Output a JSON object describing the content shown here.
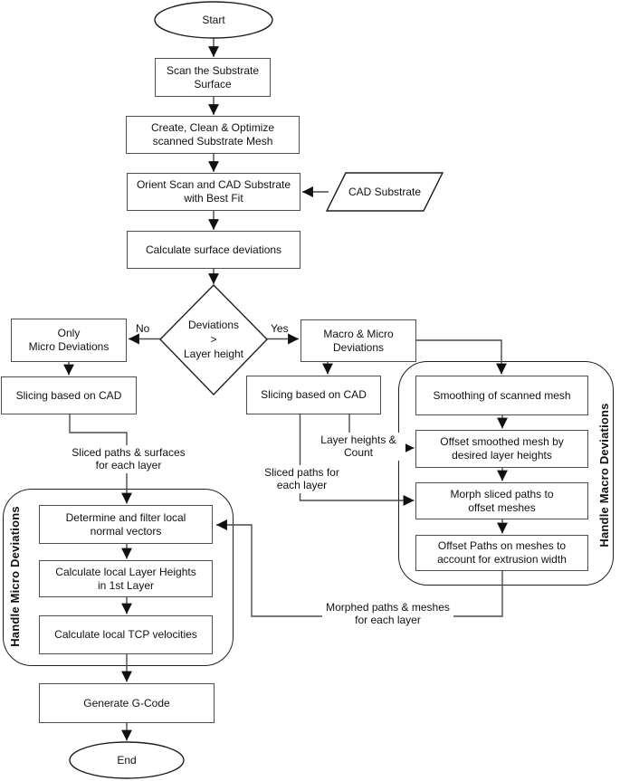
{
  "figure": {
    "type": "flowchart",
    "background": "#ffffff",
    "box_border_color": "#4d4d4d",
    "shape_border_color": "#1f1f1f",
    "connector_color": "#4a4a4a",
    "arrowhead_color": "#111111",
    "text_color": "#111111"
  },
  "nodes": {
    "start": {
      "type": "terminator",
      "lines": [
        "Start"
      ]
    },
    "scan_surface": {
      "type": "process",
      "lines": [
        "Scan the Substrate",
        "Surface"
      ]
    },
    "create_mesh": {
      "type": "process",
      "lines": [
        "Create, Clean & Optimize",
        "scanned Substrate Mesh"
      ]
    },
    "orient_scan": {
      "type": "process",
      "lines": [
        "Orient Scan and CAD Substrate",
        "with Best Fit"
      ]
    },
    "cad_substrate": {
      "type": "data",
      "lines": [
        "CAD Substrate"
      ]
    },
    "calc_deviations": {
      "type": "process",
      "lines": [
        "Calculate surface deviations"
      ]
    },
    "decision": {
      "type": "decision",
      "lines": [
        "Deviations",
        ">",
        "Layer height"
      ]
    },
    "only_micro": {
      "type": "process",
      "lines": [
        "Only",
        "Micro Deviations"
      ]
    },
    "slicing_cad_left": {
      "type": "process",
      "lines": [
        "Slicing based on CAD"
      ]
    },
    "macro_micro": {
      "type": "process",
      "lines": [
        "Macro & Micro",
        "Deviations"
      ]
    },
    "slicing_cad_right": {
      "type": "process",
      "lines": [
        "Slicing based on CAD"
      ]
    },
    "smoothing": {
      "type": "process",
      "lines": [
        "Smoothing of scanned mesh"
      ]
    },
    "offset_mesh": {
      "type": "process",
      "lines": [
        "Offset smoothed mesh by",
        "desired layer heights"
      ]
    },
    "morph_paths": {
      "type": "process",
      "lines": [
        "Morph sliced paths to",
        "offset meshes"
      ]
    },
    "offset_paths": {
      "type": "process",
      "lines": [
        "Offset Paths on meshes to",
        "account for extrusion width"
      ]
    },
    "determine_normals": {
      "type": "process",
      "lines": [
        "Determine and filter local",
        "normal vectors"
      ]
    },
    "calc_layer_heights": {
      "type": "process",
      "lines": [
        "Calculate local Layer Heights",
        "in 1st Layer"
      ]
    },
    "calc_tcp": {
      "type": "process",
      "lines": [
        "Calculate local TCP velocities"
      ]
    },
    "generate_gcode": {
      "type": "process",
      "lines": [
        "Generate G-Code"
      ]
    },
    "end": {
      "type": "terminator",
      "lines": [
        "End"
      ]
    }
  },
  "containers": {
    "micro": {
      "label": "Handle Micro Deviations"
    },
    "macro": {
      "label": "Handle Macro Deviations"
    }
  },
  "edge_labels": {
    "no": "No",
    "yes": "Yes",
    "sliced_paths_surfaces": [
      "Sliced paths & surfaces",
      "for each layer"
    ],
    "layer_heights_count": [
      "Layer heights &",
      "Count"
    ],
    "sliced_paths_each_layer": [
      "Sliced paths for",
      "each layer"
    ],
    "morphed_paths_meshes": [
      "Morphed paths & meshes",
      "for each layer"
    ]
  }
}
